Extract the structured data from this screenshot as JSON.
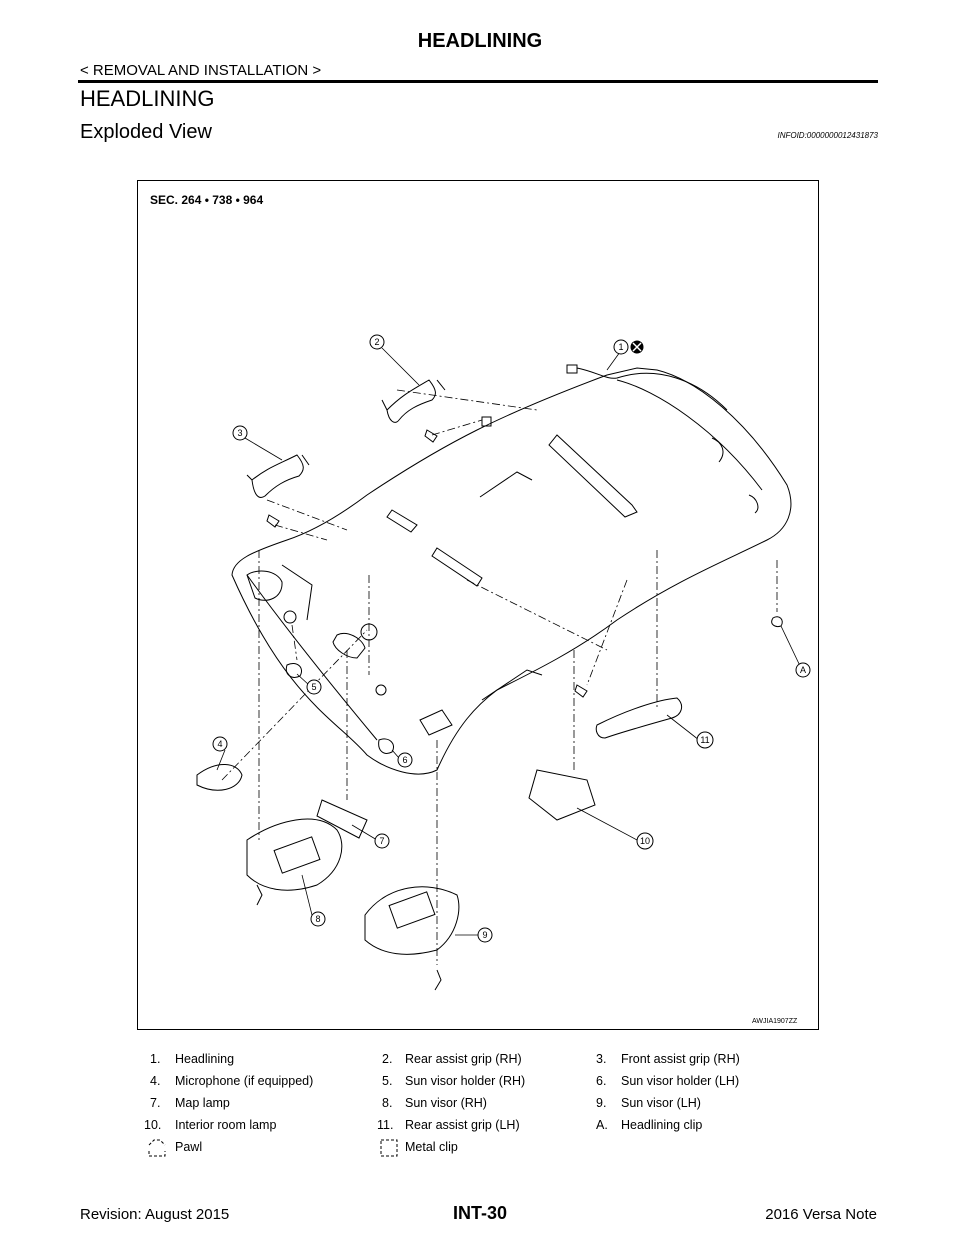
{
  "header": {
    "title": "HEADLINING",
    "subtitle": "< REMOVAL AND INSTALLATION >"
  },
  "section": {
    "title": "HEADLINING",
    "subtitle": "Exploded View",
    "info_id": "INFOID:0000000012431873"
  },
  "figure": {
    "sec_code": "SEC. 264 • 738 • 964",
    "figure_code": "AWJIA1907ZZ",
    "callouts": [
      "1",
      "2",
      "3",
      "4",
      "5",
      "6",
      "7",
      "8",
      "9",
      "10",
      "11",
      "A"
    ]
  },
  "legend": {
    "items": [
      [
        "1.",
        "Headlining",
        "2.",
        "Rear assist grip (RH)",
        "3.",
        "Front assist grip (RH)"
      ],
      [
        "4.",
        "Microphone (if equipped)",
        "5.",
        "Sun visor holder (RH)",
        "6.",
        "Sun visor holder (LH)"
      ],
      [
        "7.",
        "Map lamp",
        "8.",
        "Sun visor (RH)",
        "9.",
        "Sun visor (LH)"
      ],
      [
        "10.",
        "Interior room lamp",
        "11.",
        "Rear assist grip (LH)",
        "A.",
        "Headlining clip"
      ]
    ],
    "symbols": [
      "Pawl",
      "Metal clip"
    ]
  },
  "footer": {
    "revision": "Revision: August 2015",
    "page": "INT-30",
    "model": "2016 Versa Note"
  }
}
